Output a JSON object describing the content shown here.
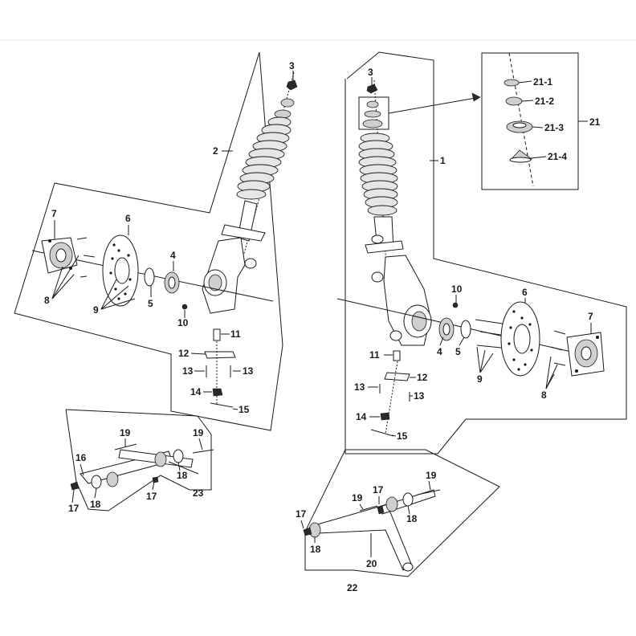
{
  "labels": {
    "p1": "1",
    "p2": "2",
    "p3": "3",
    "p4": "4",
    "p5": "5",
    "p6": "6",
    "p7": "7",
    "p8": "8",
    "p9": "9",
    "p10": "10",
    "p11": "11",
    "p12": "12",
    "p13": "13",
    "p14": "14",
    "p15": "15",
    "p16": "16",
    "p17": "17",
    "p18": "18",
    "p19": "19",
    "p20": "20",
    "p21": "21",
    "p21_1": "21-1",
    "p21_2": "21-2",
    "p21_3": "21-3",
    "p21_4": "21-4",
    "p22": "22",
    "p23": "23"
  },
  "colors": {
    "line": "#1a1a1a",
    "background": "#ffffff",
    "part_fill": "#cfcfcf"
  }
}
